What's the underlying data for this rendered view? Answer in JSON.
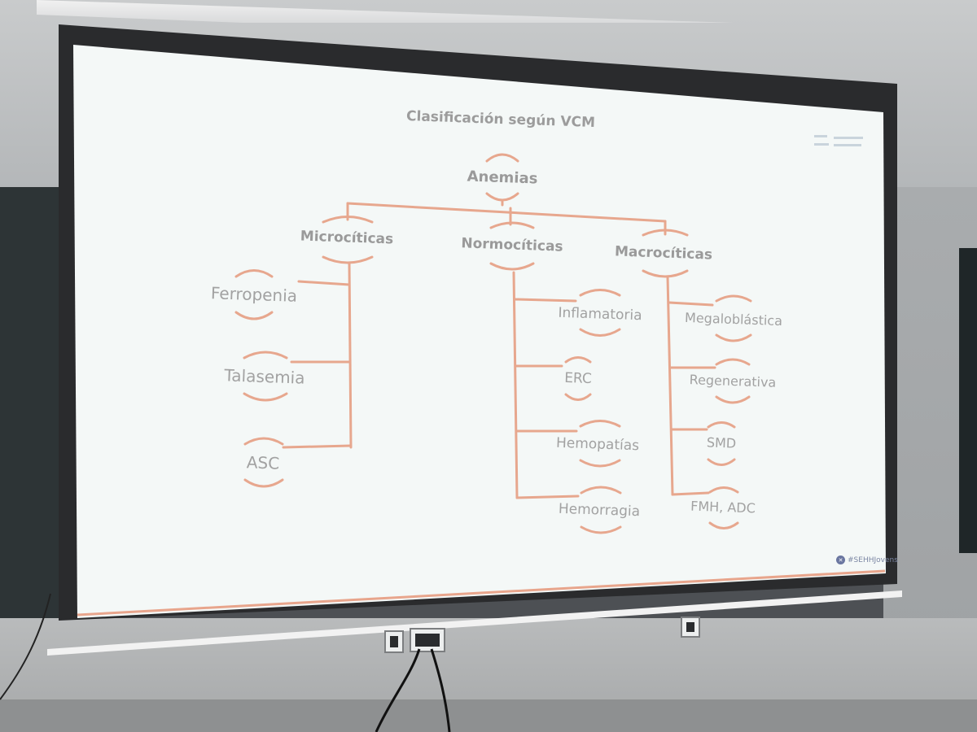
{
  "diagram": {
    "title": "Clasificación según VCM",
    "root": "Anemias",
    "categories": {
      "micro": "Microcíticas",
      "normo": "Normocíticas",
      "macro": "Macrocíticas"
    },
    "micro_items": [
      "Ferropenia",
      "Talasemia",
      "ASC"
    ],
    "normo_items": [
      "Inflamatoria",
      "ERC",
      "Hemopatías",
      "Hemorragia"
    ],
    "macro_items": [
      "Megaloblástica",
      "Regenerativa",
      "SMD",
      "FMH, ADC"
    ]
  },
  "footer": {
    "hashtag": "#SEHHJovens"
  },
  "colors": {
    "connector": "#e7a78e",
    "text": "#a2a2a2",
    "slide_background": "#f4f8f7"
  }
}
